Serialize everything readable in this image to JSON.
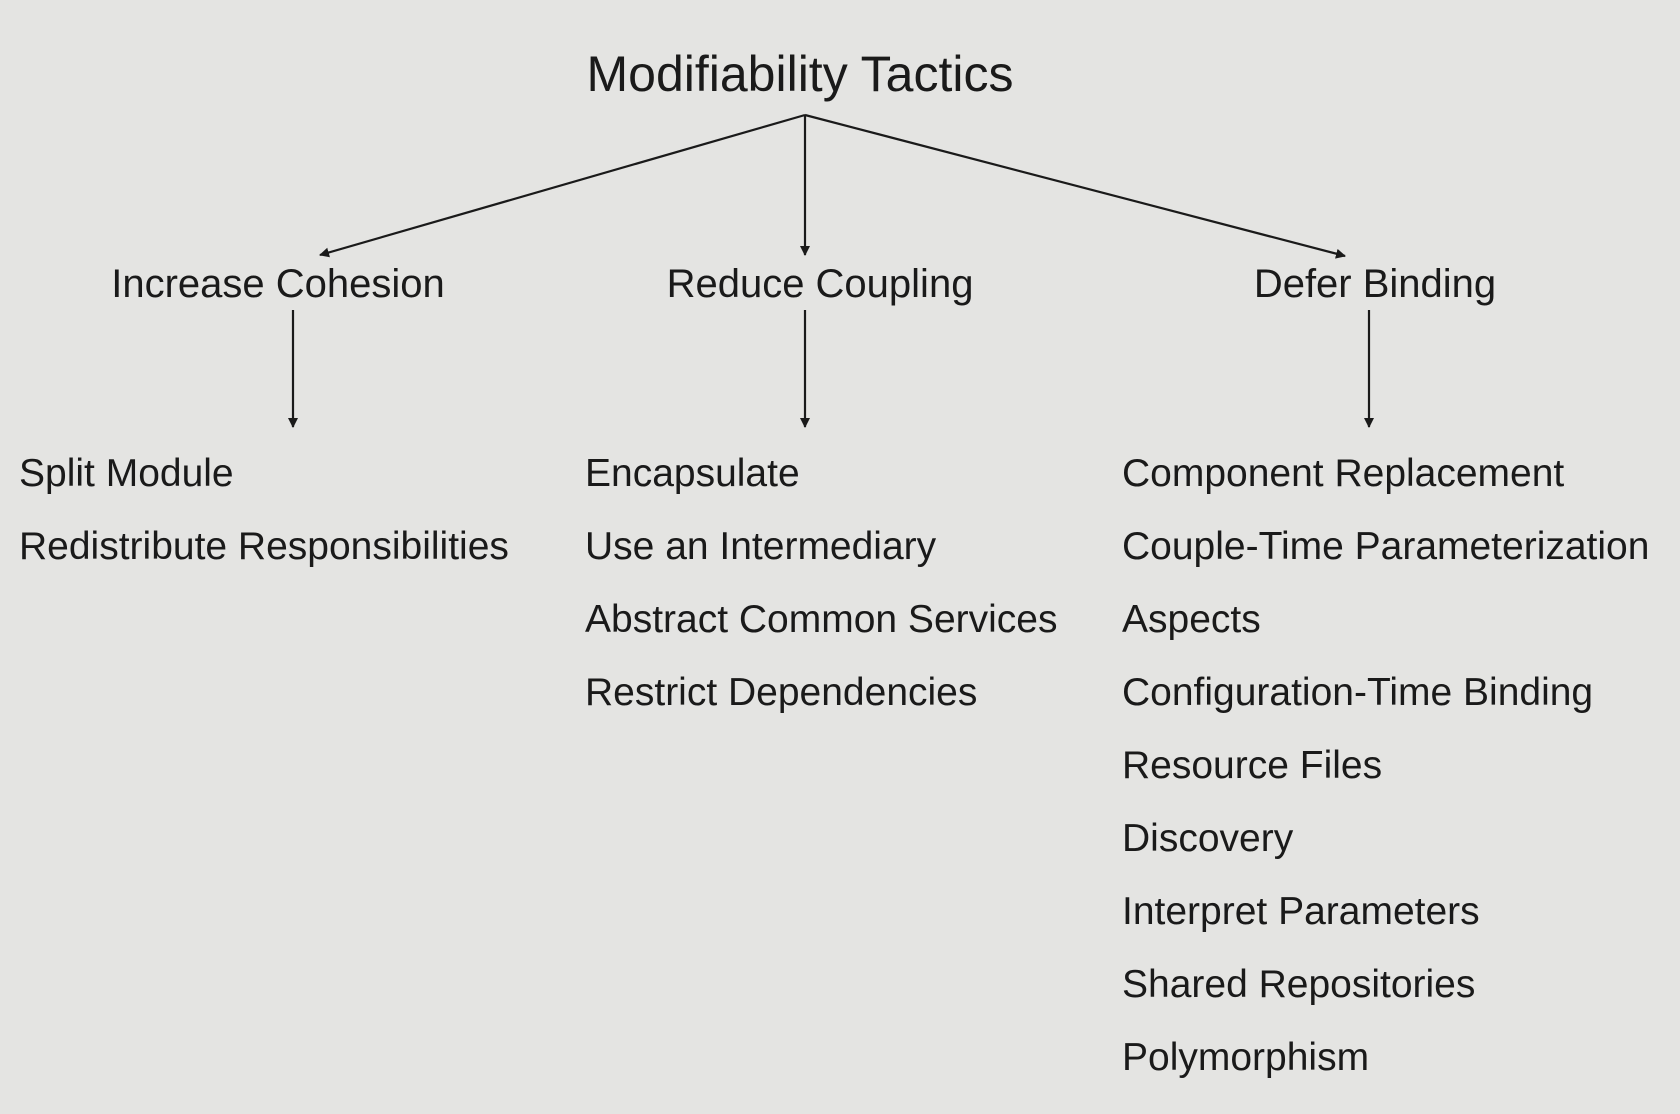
{
  "title": "Modifiability Tactics",
  "branches": [
    {
      "label": "Increase Cohesion",
      "tactics": [
        "Split Module",
        "Redistribute Responsibilities"
      ]
    },
    {
      "label": "Reduce Coupling",
      "tactics": [
        "Encapsulate",
        "Use an Intermediary",
        "Abstract Common Services",
        "Restrict Dependencies"
      ]
    },
    {
      "label": "Defer Binding",
      "tactics": [
        "Component Replacement",
        "Couple-Time Parameterization",
        "Aspects",
        "Configuration-Time Binding",
        "Resource Files",
        "Discovery",
        "Interpret Parameters",
        "Shared Repositories",
        "Polymorphism"
      ]
    }
  ]
}
